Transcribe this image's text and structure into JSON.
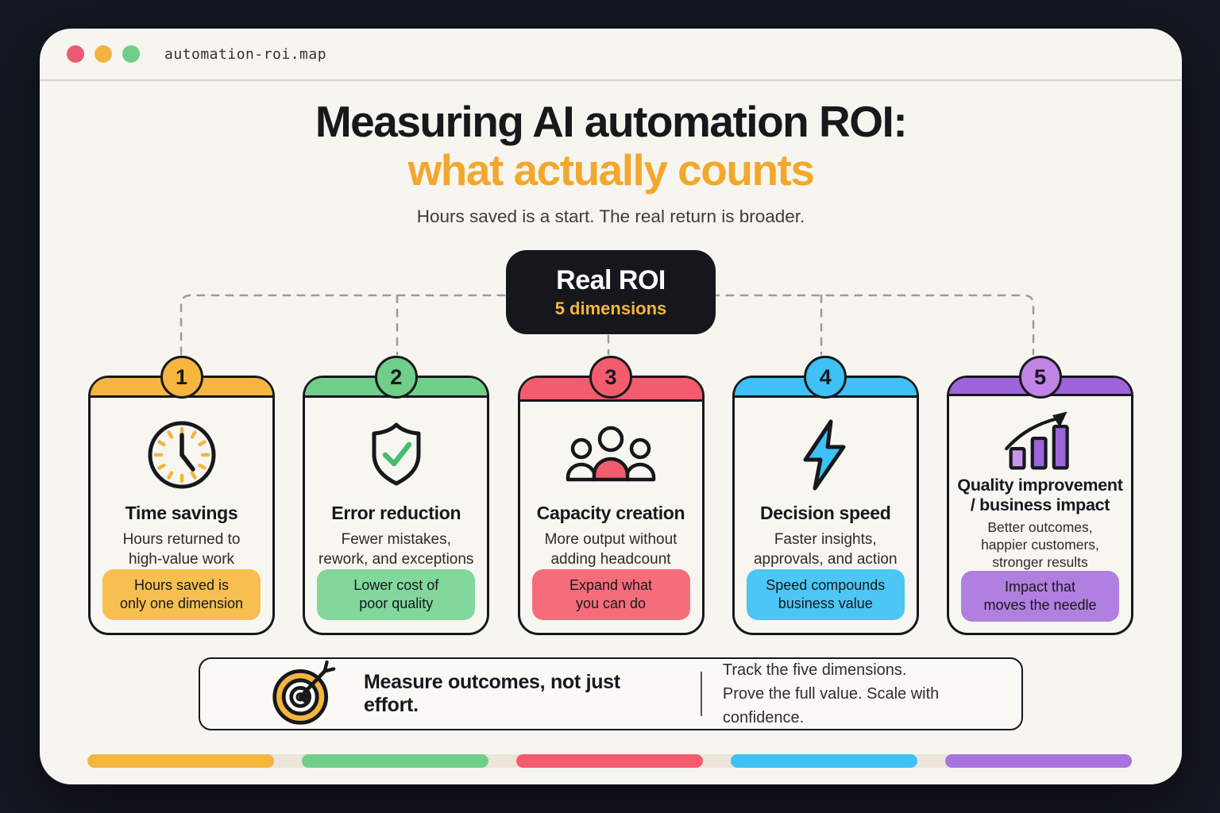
{
  "window": {
    "filename": "automation-roi.map"
  },
  "header": {
    "title": "Measuring AI automation ROI:",
    "highlight": "what actually counts",
    "subtitle": "Hours saved is a start. The real return is broader.",
    "highlight_color": "#f3a82c"
  },
  "root": {
    "title": "Real ROI",
    "badge": "5 dimensions",
    "badge_color": "#f6b53f",
    "bg": "#15171c"
  },
  "cards": [
    {
      "number": "1",
      "icon": "clock-icon",
      "accent": "#f6b53f",
      "title": "Time savings",
      "description": "Hours returned to\nhigh-value work",
      "pill": "Hours saved is\nonly one dimension"
    },
    {
      "number": "2",
      "icon": "shield-check-icon",
      "accent": "#6fce8a",
      "title": "Error reduction",
      "description": "Fewer mistakes,\nrework, and exceptions",
      "pill": "Lower cost of\npoor quality"
    },
    {
      "number": "3",
      "icon": "people-icon",
      "accent": "#f45c6d",
      "title": "Capacity creation",
      "description": "More output without\nadding headcount",
      "pill": "Expand what\nyou can do"
    },
    {
      "number": "4",
      "icon": "lightning-icon",
      "accent": "#3ec1f5",
      "title": "Decision speed",
      "description": "Faster insights,\napprovals, and action",
      "pill": "Speed compounds\nbusiness value"
    },
    {
      "number": "5",
      "icon": "bar-chart-icon",
      "accent": "#9e64db",
      "title": "Quality improvement\n/ business impact",
      "description": "Better outcomes,\nhappier customers,\nstronger results",
      "pill": "Impact that\nmoves the needle"
    }
  ],
  "note": {
    "icon": "target-icon",
    "headline": "Measure outcomes, not just effort.",
    "line1": "Track the five dimensions.",
    "line2": "Prove the full value. Scale with confidence."
  },
  "footer_bar_colors": [
    "#f6b53f",
    "#6fce8a",
    "#f45c6d",
    "#3ec1f5",
    "#a873e0"
  ]
}
